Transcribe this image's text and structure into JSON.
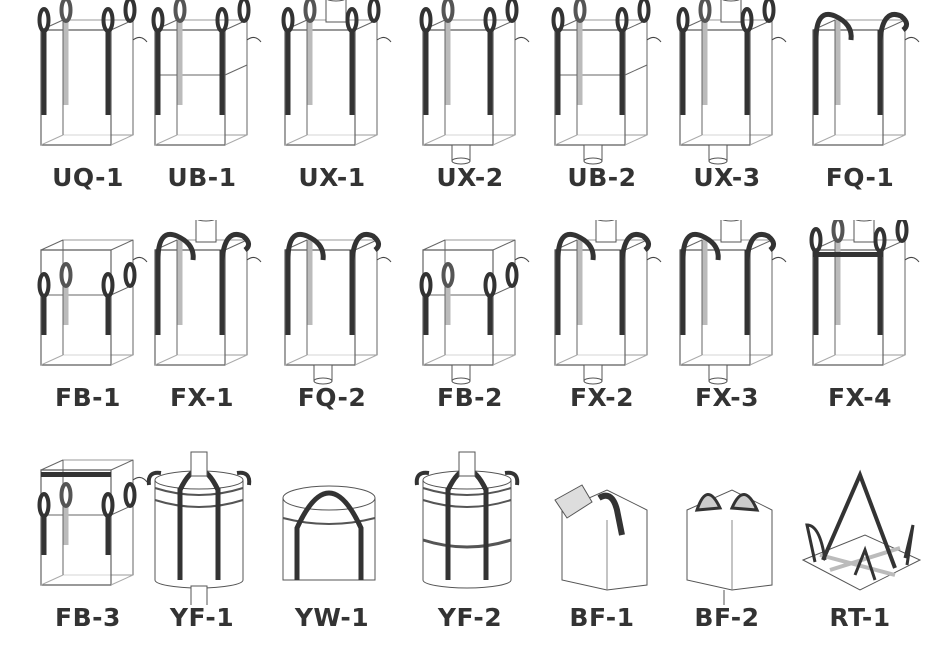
{
  "items": [
    {
      "label": "UQ-1"
    },
    {
      "label": "UB-1"
    },
    {
      "label": "UX-1"
    },
    {
      "label": "UX-2"
    },
    {
      "label": "UB-2"
    },
    {
      "label": "UX-3"
    },
    {
      "label": "FQ-1"
    },
    {
      "label": "FB-1"
    },
    {
      "label": "FX-1"
    },
    {
      "label": "FQ-2"
    },
    {
      "label": "FB-2"
    },
    {
      "label": "FX-2"
    },
    {
      "label": "FX-3"
    },
    {
      "label": "FX-4"
    },
    {
      "label": "FB-3"
    },
    {
      "label": "YF-1"
    },
    {
      "label": "YW-1"
    },
    {
      "label": "YF-2"
    },
    {
      "label": "BF-1"
    },
    {
      "label": "BF-2"
    },
    {
      "label": "RT-1"
    }
  ]
}
